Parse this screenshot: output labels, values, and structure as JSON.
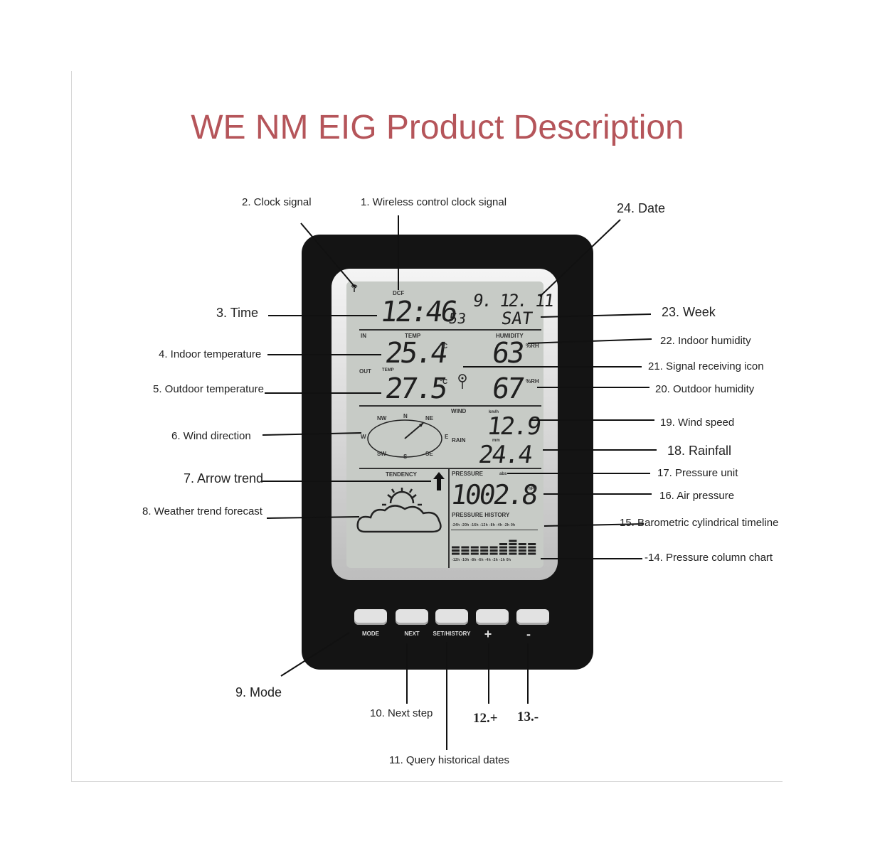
{
  "title": "WE NM EIG Product Description",
  "callouts": {
    "c1": "1. Wireless control clock signal",
    "c2": "2. Clock signal",
    "c3": "3. Time",
    "c4": "4. Indoor temperature",
    "c5": "5. Outdoor temperature",
    "c6": "6. Wind direction",
    "c7": "7. Arrow trend",
    "c8": "8. Weather trend forecast",
    "c9": "9. Mode",
    "c10": "10. Next step",
    "c11": "11. Query historical dates",
    "c12": "12.+",
    "c13": "13.-",
    "c14": "-14. Pressure column chart",
    "c15": "15. Barometric cylindrical timeline",
    "c16": "16. Air pressure",
    "c17": "17. Pressure unit",
    "c18": "18. Rainfall",
    "c19": "19. Wind speed",
    "c20": "20. Outdoor humidity",
    "c21": "21. Signal receiving icon",
    "c22": "22. Indoor humidity",
    "c23": "23. Week",
    "c24": "24. Date"
  },
  "display": {
    "dcf": "DCF",
    "time": "12:46",
    "seconds": "53",
    "date": "9. 12. 11",
    "weekday": "SAT",
    "in_label": "IN",
    "temp_label": "TEMP",
    "humidity_label": "HUMIDITY",
    "indoor_temp": "25.4",
    "temp_unit": "°C",
    "indoor_humidity": "63",
    "humidity_unit": "%RH",
    "out_label": "OUT",
    "outdoor_temp": "27.5",
    "outdoor_humidity": "67",
    "compass": {
      "n": "N",
      "nw": "NW",
      "ne": "NE",
      "w": "W",
      "e": "E",
      "sw": "SW",
      "s": "S",
      "se": "SE"
    },
    "wind_label": "WIND",
    "wind_unit": "km/h",
    "wind_speed": "12.9",
    "rain_label": "RAIN",
    "rain_unit": "mm",
    "rainfall": "24.4",
    "tendency_label": "TENDENCY",
    "pressure_label": "PRESSURE",
    "pressure_unit": "hPa",
    "pressure_unit_alt": "abs",
    "pressure": "1002.8",
    "history_label": "PRESSURE HISTORY",
    "timeline": "-24h -20h -16h -12h -8h -4h -2h 0h",
    "timeline_bottom": "-12h -10h -8h -6h -4h -2h -1h 0h",
    "pressure_bars": [
      0.45,
      0.45,
      0.45,
      0.45,
      0.5,
      0.55,
      0.7,
      0.65,
      0.6
    ]
  },
  "buttons": {
    "mode": "MODE",
    "next": "NEXT",
    "set_history": "SET/HISTORY",
    "plus": "+",
    "minus": "-"
  }
}
